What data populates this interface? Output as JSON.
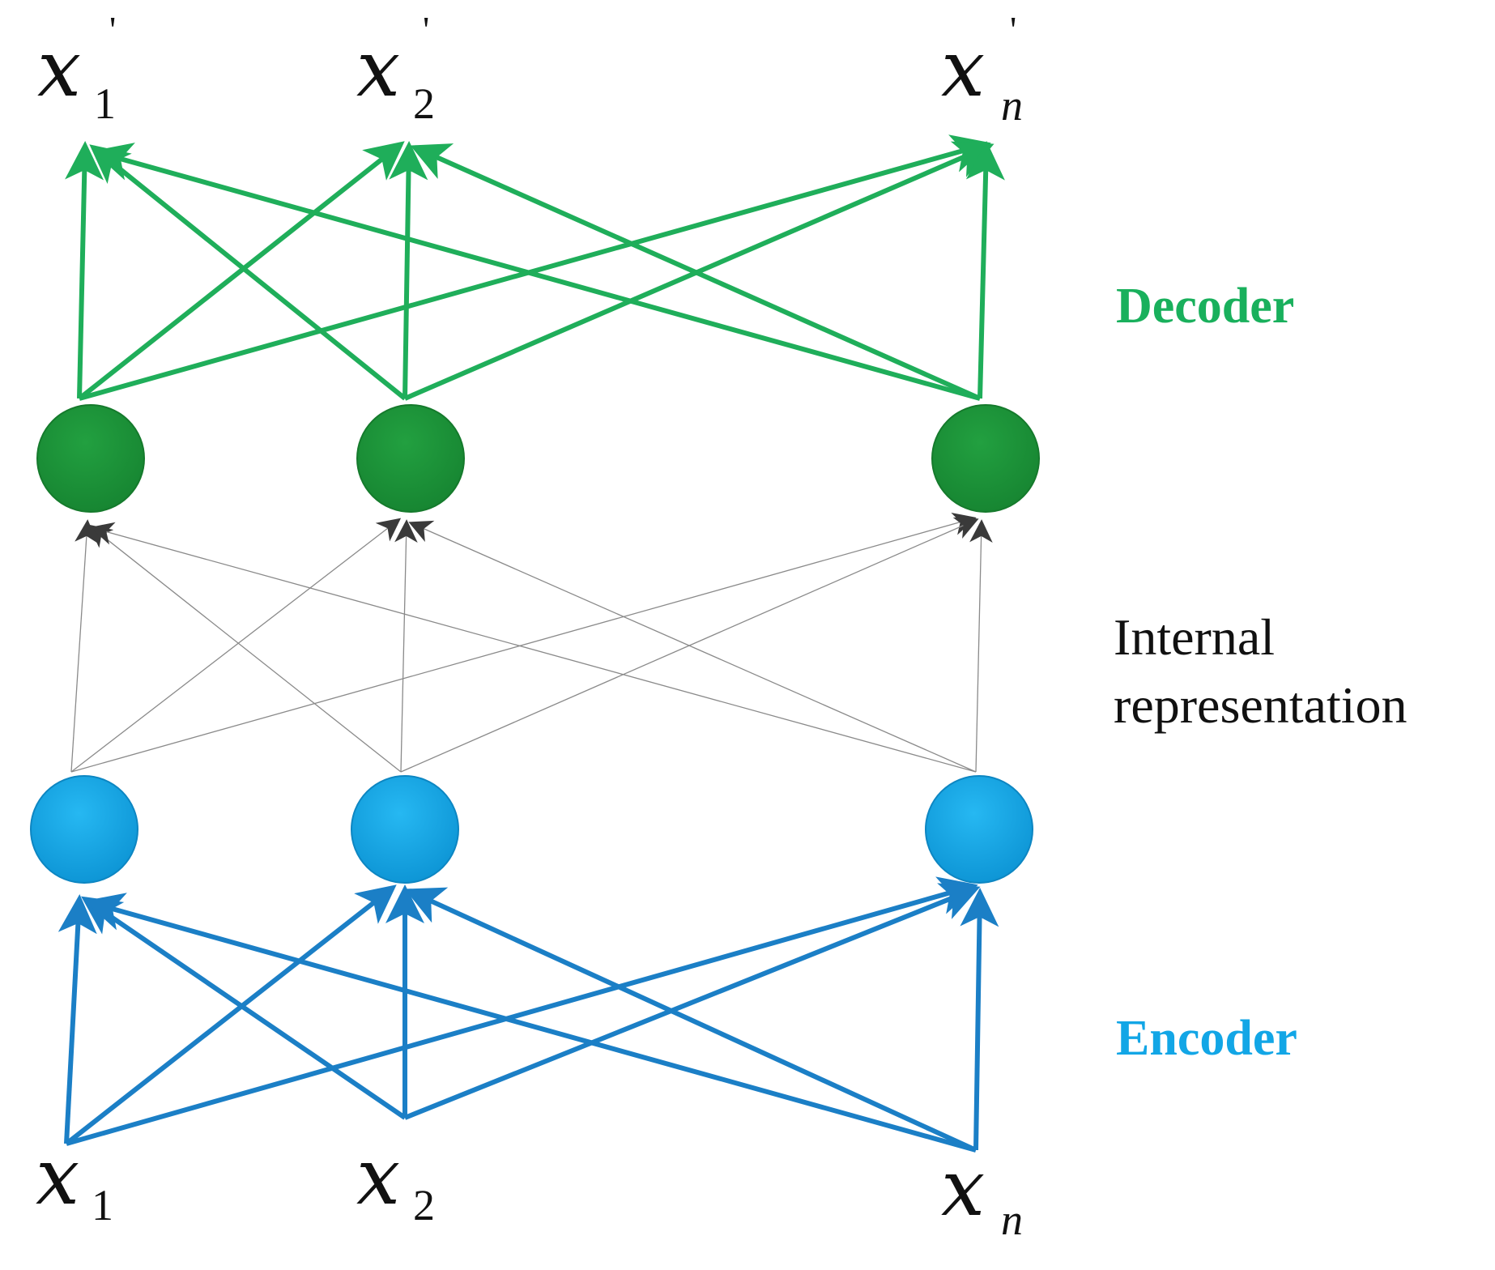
{
  "labels": {
    "outputs": [
      {
        "var": "x",
        "sub": "1",
        "prime": "'"
      },
      {
        "var": "x",
        "sub": "2",
        "prime": "'"
      },
      {
        "var": "x",
        "sub": "n",
        "prime": "'"
      }
    ],
    "inputs": [
      {
        "var": "x",
        "sub": "1"
      },
      {
        "var": "x",
        "sub": "2"
      },
      {
        "var": "x",
        "sub": "n"
      }
    ],
    "decoder": "Decoder",
    "internal_line1": "Internal",
    "internal_line2": "representation",
    "encoder": "Encoder"
  },
  "colors": {
    "decoder_arrows": "#1fae5a",
    "decoder_nodes": "#1b9238",
    "decoder_label": "#19b05c",
    "internal_arrows": "#8a8a8a",
    "internal_arrowhead": "#3a3a3a",
    "encoder_nodes": "#12a6e6",
    "encoder_arrows": "#1b7fc6",
    "encoder_label": "#12a6e6"
  }
}
